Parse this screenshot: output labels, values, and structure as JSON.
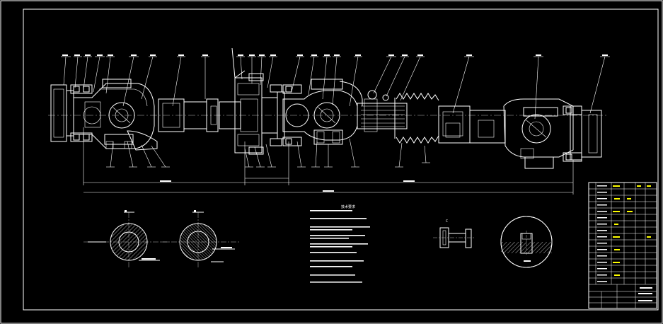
{
  "drawing": {
    "background": "#000000",
    "line_color": "#ffffff",
    "highlight_color": "#ffff00",
    "tech_notes_title": "技术要求",
    "section_labels": [
      "A",
      "B",
      "C"
    ],
    "title_block_rows": 20
  }
}
